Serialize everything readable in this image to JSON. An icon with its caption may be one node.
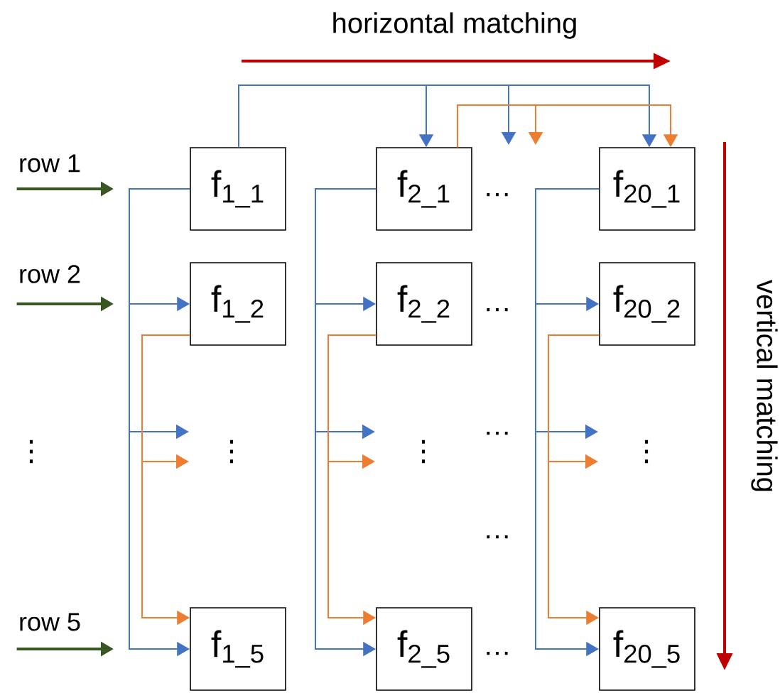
{
  "diagram": {
    "nodes": [
      {
        "text": [
          "row 1"
        ]
      },
      {
        "text": [
          "f$_{1_1}$"
        ]
      },
      {
        "text": [
          "f$_{2_1}$"
        ]
      },
      {
        "text": [
          "f$_{20_1}$"
        ]
      },
      {
        "text": [
          "row 2"
        ]
      },
      {
        "text": [
          "f$_{1_2}$"
        ]
      },
      {
        "text": [
          "f$_{2_2}$"
        ]
      },
      {
        "text": [
          "f$_{20_2}$"
        ]
      },
      {
        "text": [
          "row 5"
        ]
      },
      {
        "text": [
          "f$_{1_5}$"
        ]
      },
      {
        "text": [
          "f$_{2_5}$"
        ]
      },
      {
        "text": [
          "f$_{20_5}$"
        ]
      }
    ],
    "edges": [
      {
        "from": 0,
        "to": null,
        "arrow": "to",
        "color": "#385723"
      },
      {
        "from": 1,
        "to": 2,
        "arrow": "to"
      },
      {
        "from": 1,
        "to": null,
        "arrow": "to"
      },
      {
        "from": 1,
        "to": 3,
        "arrow": "to"
      },
      {
        "from": 2,
        "to": null,
        "arrow": "to",
        "color": "#ed7d31"
      },
      {
        "from": 2,
        "to": 3,
        "arrow": "to",
        "color": "#ed7d31"
      },
      {
        "from": 1,
        "to": 5,
        "arrow": "to"
      },
      {
        "from": 1,
        "to": null,
        "arrow": "to"
      },
      {
        "from": 1,
        "to": 9,
        "arrow": "to"
      },
      {
        "from": 5,
        "to": null,
        "arrow": "to",
        "color": "#ed7d31"
      },
      {
        "from": 5,
        "to": 9,
        "arrow": "to",
        "color": "#ed7d31"
      },
      {
        "from": 2,
        "to": 6,
        "arrow": "to"
      },
      {
        "from": 2,
        "to": null,
        "arrow": "to"
      },
      {
        "from": 2,
        "to": 10,
        "arrow": "to"
      },
      {
        "from": 6,
        "to": null,
        "arrow": "to",
        "color": "#ed7d31"
      },
      {
        "from": 6,
        "to": 10,
        "arrow": "to",
        "color": "#ed7d31"
      },
      {
        "from": 3,
        "to": 7,
        "arrow": "to"
      },
      {
        "from": 3,
        "to": null,
        "arrow": "to"
      },
      {
        "from": 3,
        "to": 11,
        "arrow": "to"
      },
      {
        "from": 7,
        "to": null,
        "arrow": "to",
        "color": "#ed7d31"
      },
      {
        "from": 7,
        "to": 11,
        "arrow": "to",
        "color": "#ed7d31"
      },
      {
        "from": 4,
        "to": null,
        "arrow": "to",
        "color": "#385723"
      },
      {
        "from": 8,
        "to": null,
        "arrow": "to",
        "color": "#385723"
      }
    ],
    "labels": [
      "horizontal matching",
      "…",
      "…",
      "⋮",
      "⋮",
      "⋮",
      "…",
      "⋮",
      "…",
      "…",
      "vertical matching"
    ]
  }
}
